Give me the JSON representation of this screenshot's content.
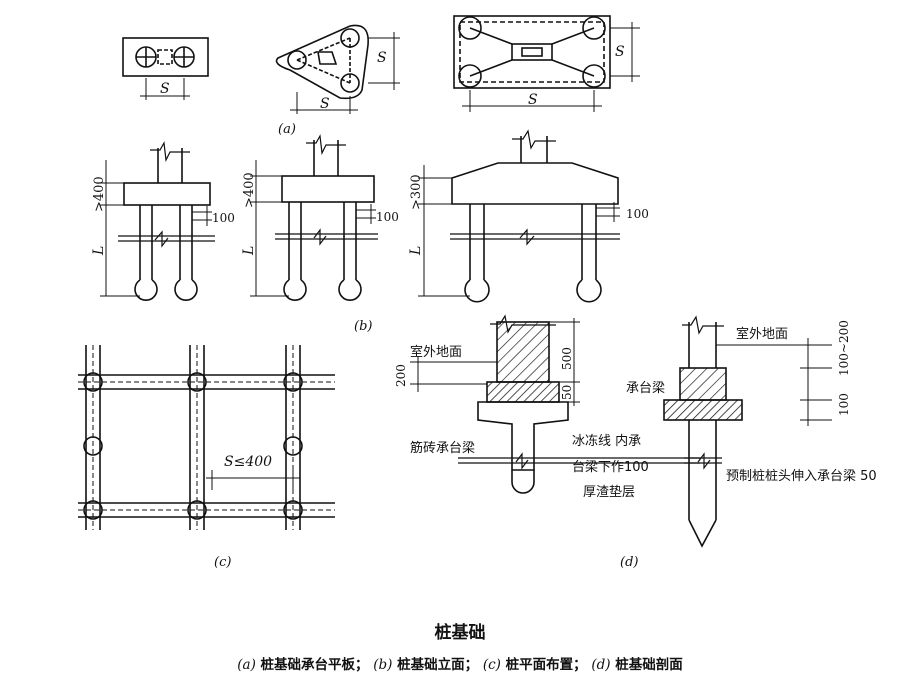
{
  "labels": {
    "panel_a": "(a)",
    "panel_b": "(b)",
    "panel_c": "(c)",
    "panel_d": "(d)",
    "dim_s": "S",
    "dim_l": "L",
    "gt400": ">400",
    "gt300": ">300",
    "v100": "100",
    "s_le_400": "S≤400",
    "outdoor_ground": "室外地面",
    "v200": "200",
    "v500": "500",
    "v50": "50",
    "brick_cap_beam": "筋砖承台梁",
    "frost_line_1": "冰冻线 内承",
    "frost_line_2": "台梁下作100",
    "frost_line_3": "厚渣垫层",
    "cap_beam": "承台梁",
    "v100_200": "100~200",
    "precast_pile": "预制桩桩头伸入承台梁 50"
  },
  "caption": {
    "title": "桩基础",
    "a_mark": "(a)",
    "a_text": " 桩基础承台平板；",
    "b_mark": "(b)",
    "b_text": " 桩基础立面；",
    "c_mark": "(c)",
    "c_text": " 桩平面布置；",
    "d_mark": "(d)",
    "d_text": " 桩基础剖面"
  }
}
